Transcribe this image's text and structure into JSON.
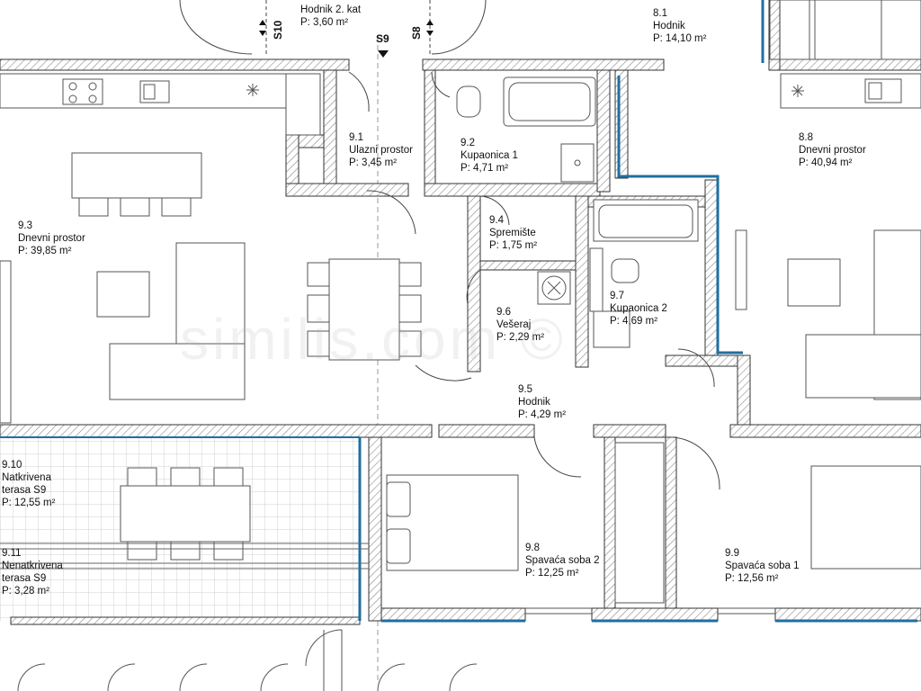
{
  "plan": {
    "rooms": [
      {
        "id": "top-hodnik",
        "number": "",
        "name": "Hodnik 2. kat",
        "area": "P: 3,60 m²"
      },
      {
        "id": "8-1",
        "number": "8.1",
        "name": "Hodnik",
        "area": "P: 14,10 m²"
      },
      {
        "id": "9-1",
        "number": "9.1",
        "name": "Ulazni prostor",
        "area": "P: 3,45 m²"
      },
      {
        "id": "9-2",
        "number": "9.2",
        "name": "Kupaonica 1",
        "area": "P: 4,71 m²"
      },
      {
        "id": "8-8",
        "number": "8.8",
        "name": "Dnevni prostor",
        "area": "P: 40,94 m²"
      },
      {
        "id": "9-3",
        "number": "9.3",
        "name": "Dnevni prostor",
        "area": "P: 39,85 m²"
      },
      {
        "id": "9-4",
        "number": "9.4",
        "name": "Spremište",
        "area": "P: 1,75 m²"
      },
      {
        "id": "9-6",
        "number": "9.6",
        "name": "Vešeraj",
        "area": "P: 2,29 m²"
      },
      {
        "id": "9-7",
        "number": "9.7",
        "name": "Kupaonica 2",
        "area": "P: 4,69 m²"
      },
      {
        "id": "9-5",
        "number": "9.5",
        "name": "Hodnik",
        "area": "P: 4,29 m²"
      },
      {
        "id": "9-10",
        "number": "9.10",
        "name": "Natkrivena terasa S9",
        "area": "P: 12,55 m²"
      },
      {
        "id": "9-11",
        "number": "9.11",
        "name": "Nenatkrivena terasa S9",
        "area": "P: 3,28 m²"
      },
      {
        "id": "9-8",
        "number": "9.8",
        "name": "Spavaća soba 2",
        "area": "P: 12,25 m²"
      },
      {
        "id": "9-9",
        "number": "9.9",
        "name": "Spavaća soba 1",
        "area": "P: 12,56 m²"
      }
    ],
    "markers": {
      "s10": "S10",
      "s9": "S9",
      "s8": "S8"
    },
    "watermark": "similis.com ©",
    "colors": {
      "wall": "#3a3a3a",
      "wall_hatch": "#9a9a9a",
      "accent_wall": "#1f6fa0",
      "furniture": "#555555",
      "grid": "#c8c8c8"
    }
  }
}
